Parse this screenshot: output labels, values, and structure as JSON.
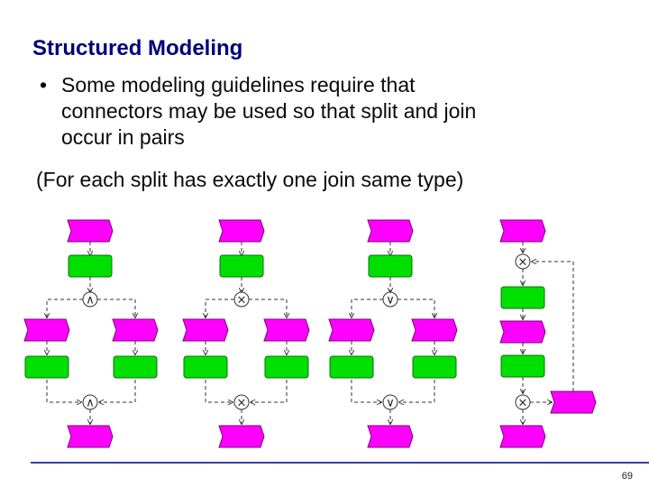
{
  "slide": {
    "title": "Structured Modeling",
    "bullet_symbol": "•",
    "bullet_lines": [
      "Some modeling guidelines require that",
      "connectors may be used so that split and join",
      "occur in pairs"
    ],
    "note": "(For each split has exactly one join same type)",
    "page_number": "69"
  },
  "colors": {
    "event": "#ff00ff",
    "function": "#00e000",
    "footer_rule": "#3a3fa6",
    "title": "#00007a"
  },
  "connector_symbols": {
    "and": "∧",
    "xor": "×",
    "or": "∨"
  },
  "diagrams": [
    {
      "id": "and-pair",
      "split": "and",
      "join": "and"
    },
    {
      "id": "xor-pair",
      "split": "xor",
      "join": "xor"
    },
    {
      "id": "or-pair",
      "split": "or",
      "join": "or"
    },
    {
      "id": "xor-loop",
      "split": "xor",
      "join": "xor",
      "loop": true
    }
  ]
}
